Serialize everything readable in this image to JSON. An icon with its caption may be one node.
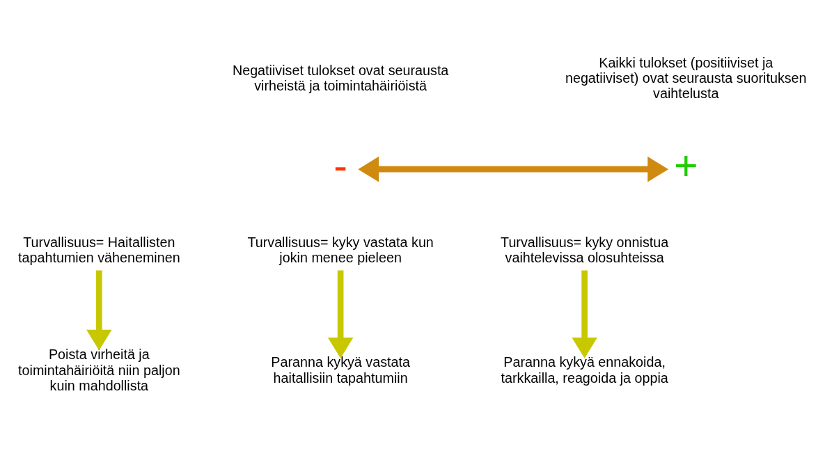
{
  "diagram": {
    "nodes": [
      {
        "text": [
          "-"
        ]
      },
      {
        "text": [
          "+"
        ]
      },
      {
        "text": [
          "Turvallisuus= Haitallisten tapahtumien väheneminen"
        ]
      },
      {
        "text": [
          "Poista virheitä ja toimintahäiriöitä niin paljon kuin mahdollista"
        ]
      },
      {
        "text": [
          "Turvallisuus= kyky vastata kun jokin menee pieleen"
        ]
      },
      {
        "text": [
          "Paranna kykyä vastata haitallisiin tapahtumiin"
        ]
      },
      {
        "text": [
          "Turvallisuus= kyky onnistua vaihtelevissa olosuhteissa"
        ]
      },
      {
        "text": [
          "Paranna kykyä ennakoida, tarkkailla, reagoida ja oppia"
        ]
      }
    ],
    "edges": [
      {
        "from": 0,
        "to": 1,
        "arrow": "both",
        "color": "#d08a10"
      },
      {
        "from": 2,
        "to": 3,
        "arrow": "to"
      },
      {
        "from": 4,
        "to": 5,
        "arrow": "to"
      },
      {
        "from": 6,
        "to": 7,
        "arrow": "to"
      }
    ],
    "labels": [
      "Negatiiviset tulokset ovat seurausta virheistä ja toimintahäiriöistä",
      "Kaikki tulokset (positiiviset ja negatiiviset) ovat seurausta suorituksen vaihtelusta"
    ]
  }
}
